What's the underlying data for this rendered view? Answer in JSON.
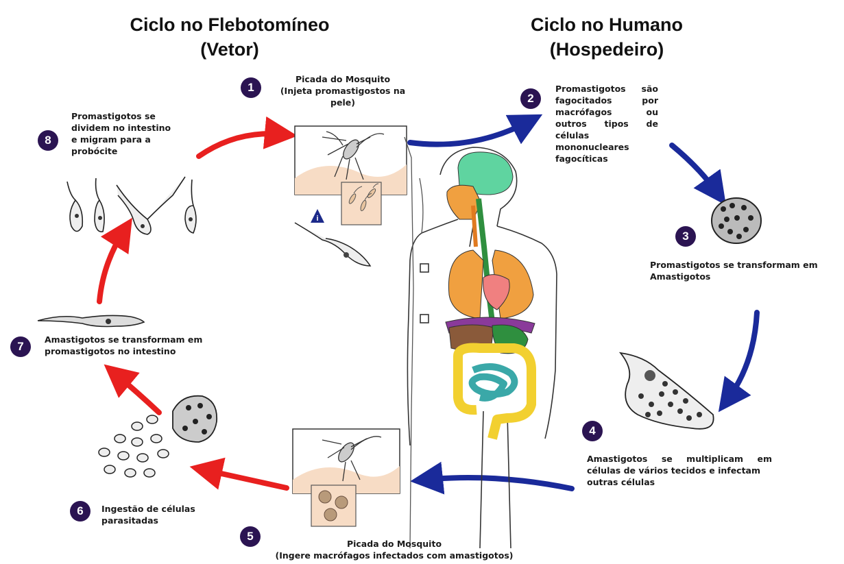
{
  "titles": {
    "left": [
      "Ciclo no Flebotomíneo",
      "(Vetor)"
    ],
    "right": [
      "Ciclo no Humano",
      "(Hospedeiro)"
    ]
  },
  "steps": [
    {
      "n": "1",
      "lines": [
        "Picada do Mosquito",
        "(Injeta promastigostos na pele)"
      ]
    },
    {
      "n": "2",
      "lines": [
        "Promastigotos são",
        "fagocitados por",
        "macrófagos ou",
        "outros tipos de",
        "células",
        "mononucleares",
        "fagocíticas"
      ]
    },
    {
      "n": "3",
      "lines": [
        "Promastigotos se transformam em",
        "Amastigotos"
      ]
    },
    {
      "n": "4",
      "lines": [
        "Amastigotos se multiplicam em",
        "células de vários tecidos e infectam",
        "outras células"
      ]
    },
    {
      "n": "5",
      "lines": [
        "Picada do Mosquito",
        "(Ingere macrófagos infectados com amastigotos)"
      ]
    },
    {
      "n": "6",
      "lines": [
        "Ingestão de células",
        "parasitadas"
      ]
    },
    {
      "n": "7",
      "lines": [
        "Amastigotos se transformam em",
        "promastigotos no intestino"
      ]
    },
    {
      "n": "8",
      "lines": [
        "Promastigotos se",
        "dividem no intestino",
        "e migram para a",
        "probócite"
      ]
    }
  ],
  "info_badge": "i",
  "colors": {
    "red_arrow": "#e8201f",
    "blue_arrow": "#1a2a9a",
    "badge": "#2b1452",
    "brain": "#5fd4a0",
    "lungs": "#f0a040",
    "heart": "#f08080",
    "liver": "#8a5a3a",
    "intestine_large": "#f2d030",
    "intestine_small": "#3aa8a8",
    "esophagus": "#2f8f3f",
    "inset_bg": "#f7dcc5"
  }
}
